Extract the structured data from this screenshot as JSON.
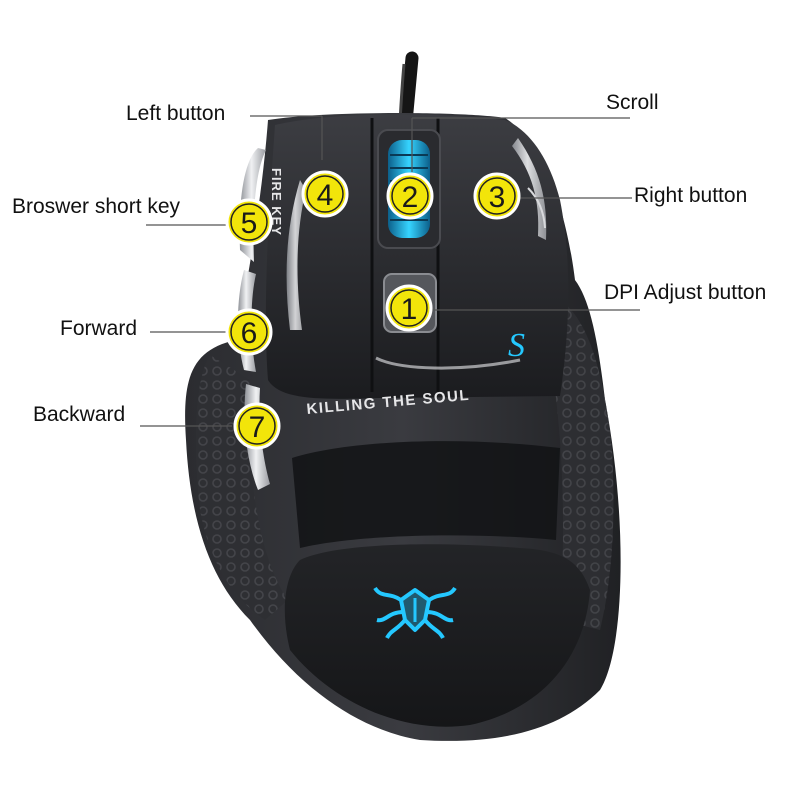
{
  "diagram": {
    "colors": {
      "background": "#ffffff",
      "body": "#1d1e21",
      "badge_fill": "#f2e50a",
      "badge_ring": "#ffffff",
      "accent_blue": "#24c8ff",
      "leader_line": "#555555"
    },
    "product_text": {
      "side_label": "FIRE KEY",
      "tagline": "KILLING THE SOUL",
      "tagline_swash": "S",
      "logo_icon": "spider-emblem-icon"
    },
    "callouts": [
      {
        "id": "scroll",
        "number": "2",
        "label": "Scroll"
      },
      {
        "id": "left",
        "number": "4",
        "label": "Left button"
      },
      {
        "id": "right",
        "number": "3",
        "label": "Right button"
      },
      {
        "id": "browser",
        "number": "5",
        "label": "Broswer short key"
      },
      {
        "id": "dpi",
        "number": "1",
        "label": "DPI Adjust button"
      },
      {
        "id": "forward",
        "number": "6",
        "label": "Forward"
      },
      {
        "id": "backward",
        "number": "7",
        "label": "Backward"
      }
    ]
  }
}
